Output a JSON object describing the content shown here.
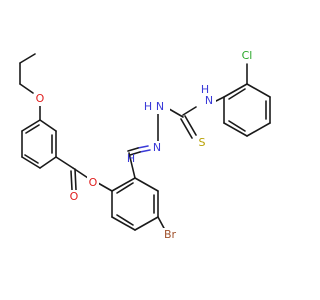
{
  "molecule": {
    "atoms": [
      {
        "id": "N_anilino",
        "label": "N",
        "h": "H",
        "color": "#3a3ad8"
      },
      {
        "id": "Cl",
        "label": "Cl",
        "color": "#2aa82a"
      },
      {
        "id": "N_hydrazine",
        "label": "N",
        "h": "H",
        "color": "#3a3ad8"
      },
      {
        "id": "S",
        "label": "S",
        "color": "#b8a000"
      },
      {
        "id": "N_imine",
        "label": "N",
        "color": "#3a3ad8"
      },
      {
        "id": "H_imine",
        "label": "H",
        "color": "#3a3ad8"
      },
      {
        "id": "O_propoxy",
        "label": "O",
        "color": "#e02020"
      },
      {
        "id": "O_ester_carbonyl",
        "label": "O",
        "color": "#e02020"
      },
      {
        "id": "O_ester",
        "label": "O",
        "color": "#e02020"
      },
      {
        "id": "Br",
        "label": "Br",
        "color": "#a0522d"
      }
    ]
  }
}
